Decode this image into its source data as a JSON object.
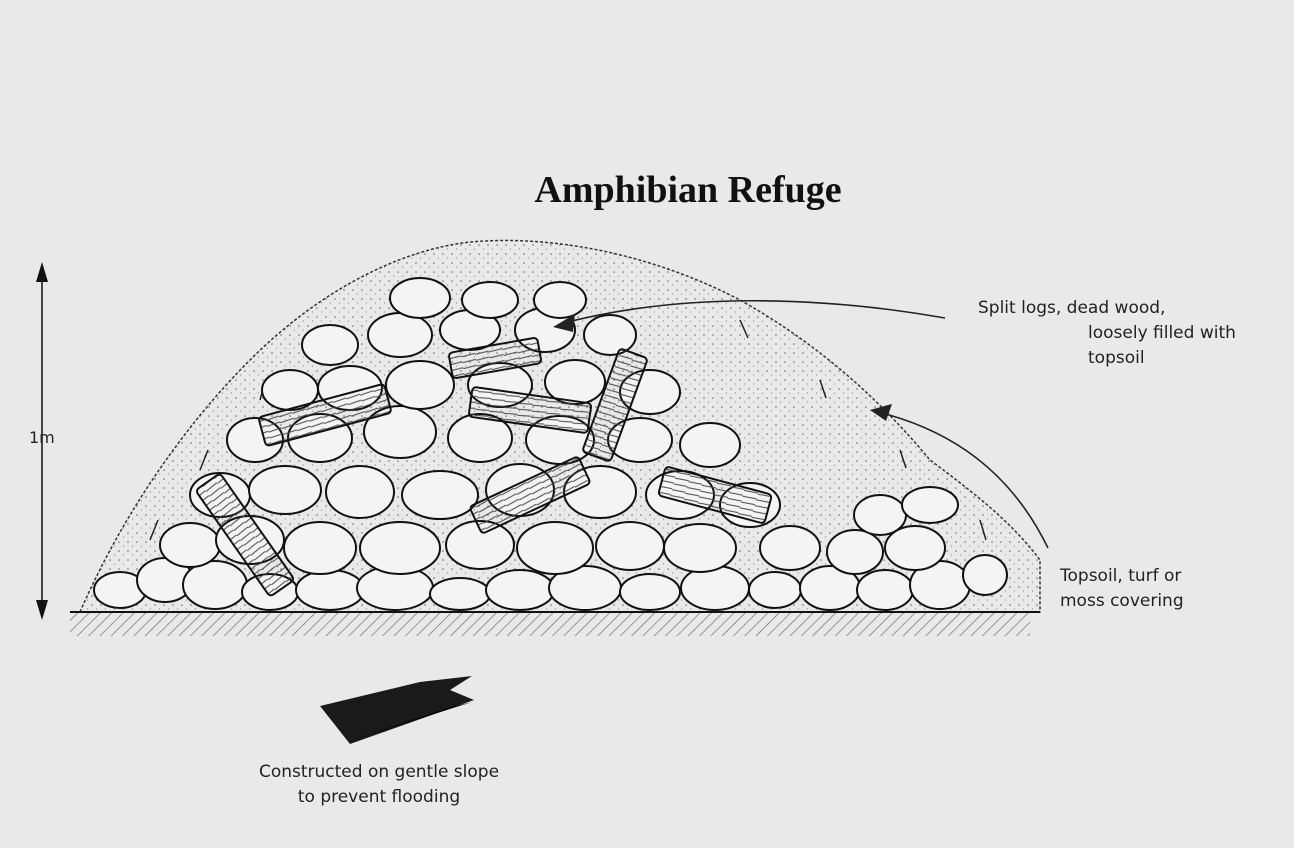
{
  "diagram": {
    "title": "Amphibian Refuge",
    "height_label": "1m",
    "logs_label": [
      "Split logs, dead wood,",
      "loosely filled with",
      "topsoil"
    ],
    "topsoil_label": [
      "Topsoil, turf or",
      "moss covering"
    ],
    "slope_label": [
      "Constructed on gentle slope",
      "to prevent flooding"
    ]
  },
  "colors": {
    "background": "#e9e9e9",
    "ink": "#111111",
    "stone_fill": "#f4f4f4"
  }
}
